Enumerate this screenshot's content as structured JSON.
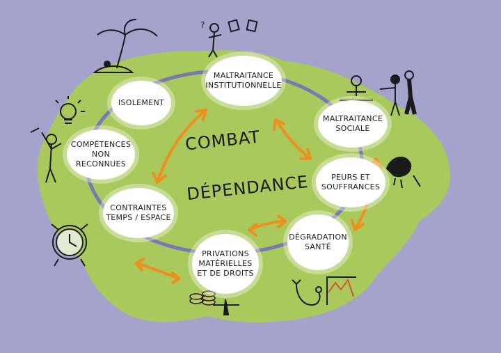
{
  "nodes": {
    "maltraitance_institutionnelle": "MALTRAITANCE\nINSTITUTIONNELLE",
    "maltraitance_sociale": "MALTRAITANCE\nSOCIALE",
    "peurs_souffrances": "PEURS ET\nSOUFFRANCES",
    "degradation_sante": "DÉGRADATION\nSANTÉ",
    "privations": "PRIVATIONS\nMATÉRIELLES\nET DE DROITS",
    "contraintes": "CONTRAINTES\nTEMPS / ESPACE",
    "competences": "COMPÉTENCES\nNON RECONNUES",
    "isolement": "ISOLEMENT"
  },
  "center": {
    "combat": "COMBAT",
    "dependance": "DÉPENDANCE"
  },
  "colors": {
    "background": "#a4a3cb",
    "island": "#a9c95c",
    "cycle_line": "#7a78b0",
    "arrow": "#ef8f1e",
    "node_fill": "#ffffff"
  },
  "icons": [
    "palm-tree-island-icon",
    "confused-person-papers-icon",
    "lightbulb-icon",
    "person-with-wrench-icon",
    "alarm-clock-icon",
    "coins-icon",
    "pointing-people-icon",
    "crying-face-icon",
    "stethoscope-chart-icon"
  ]
}
